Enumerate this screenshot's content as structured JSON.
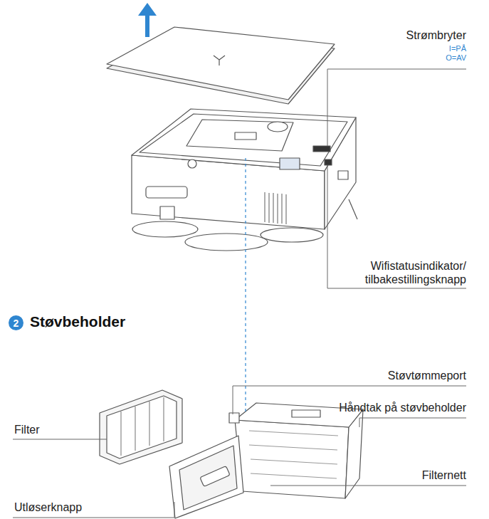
{
  "diagram": {
    "nodes": [
      {
        "text": [
          "2",
          "Støvbeholder"
        ]
      }
    ],
    "labels": [
      "Strømbryter",
      "I=PÅ",
      "O=AV",
      "Wifistatusindikator/ tilbakestillingsknapp",
      "Støvtømmeport",
      "Håndtak på støvbeholder",
      "Filter",
      "Filternett",
      "Utløserknapp"
    ]
  }
}
